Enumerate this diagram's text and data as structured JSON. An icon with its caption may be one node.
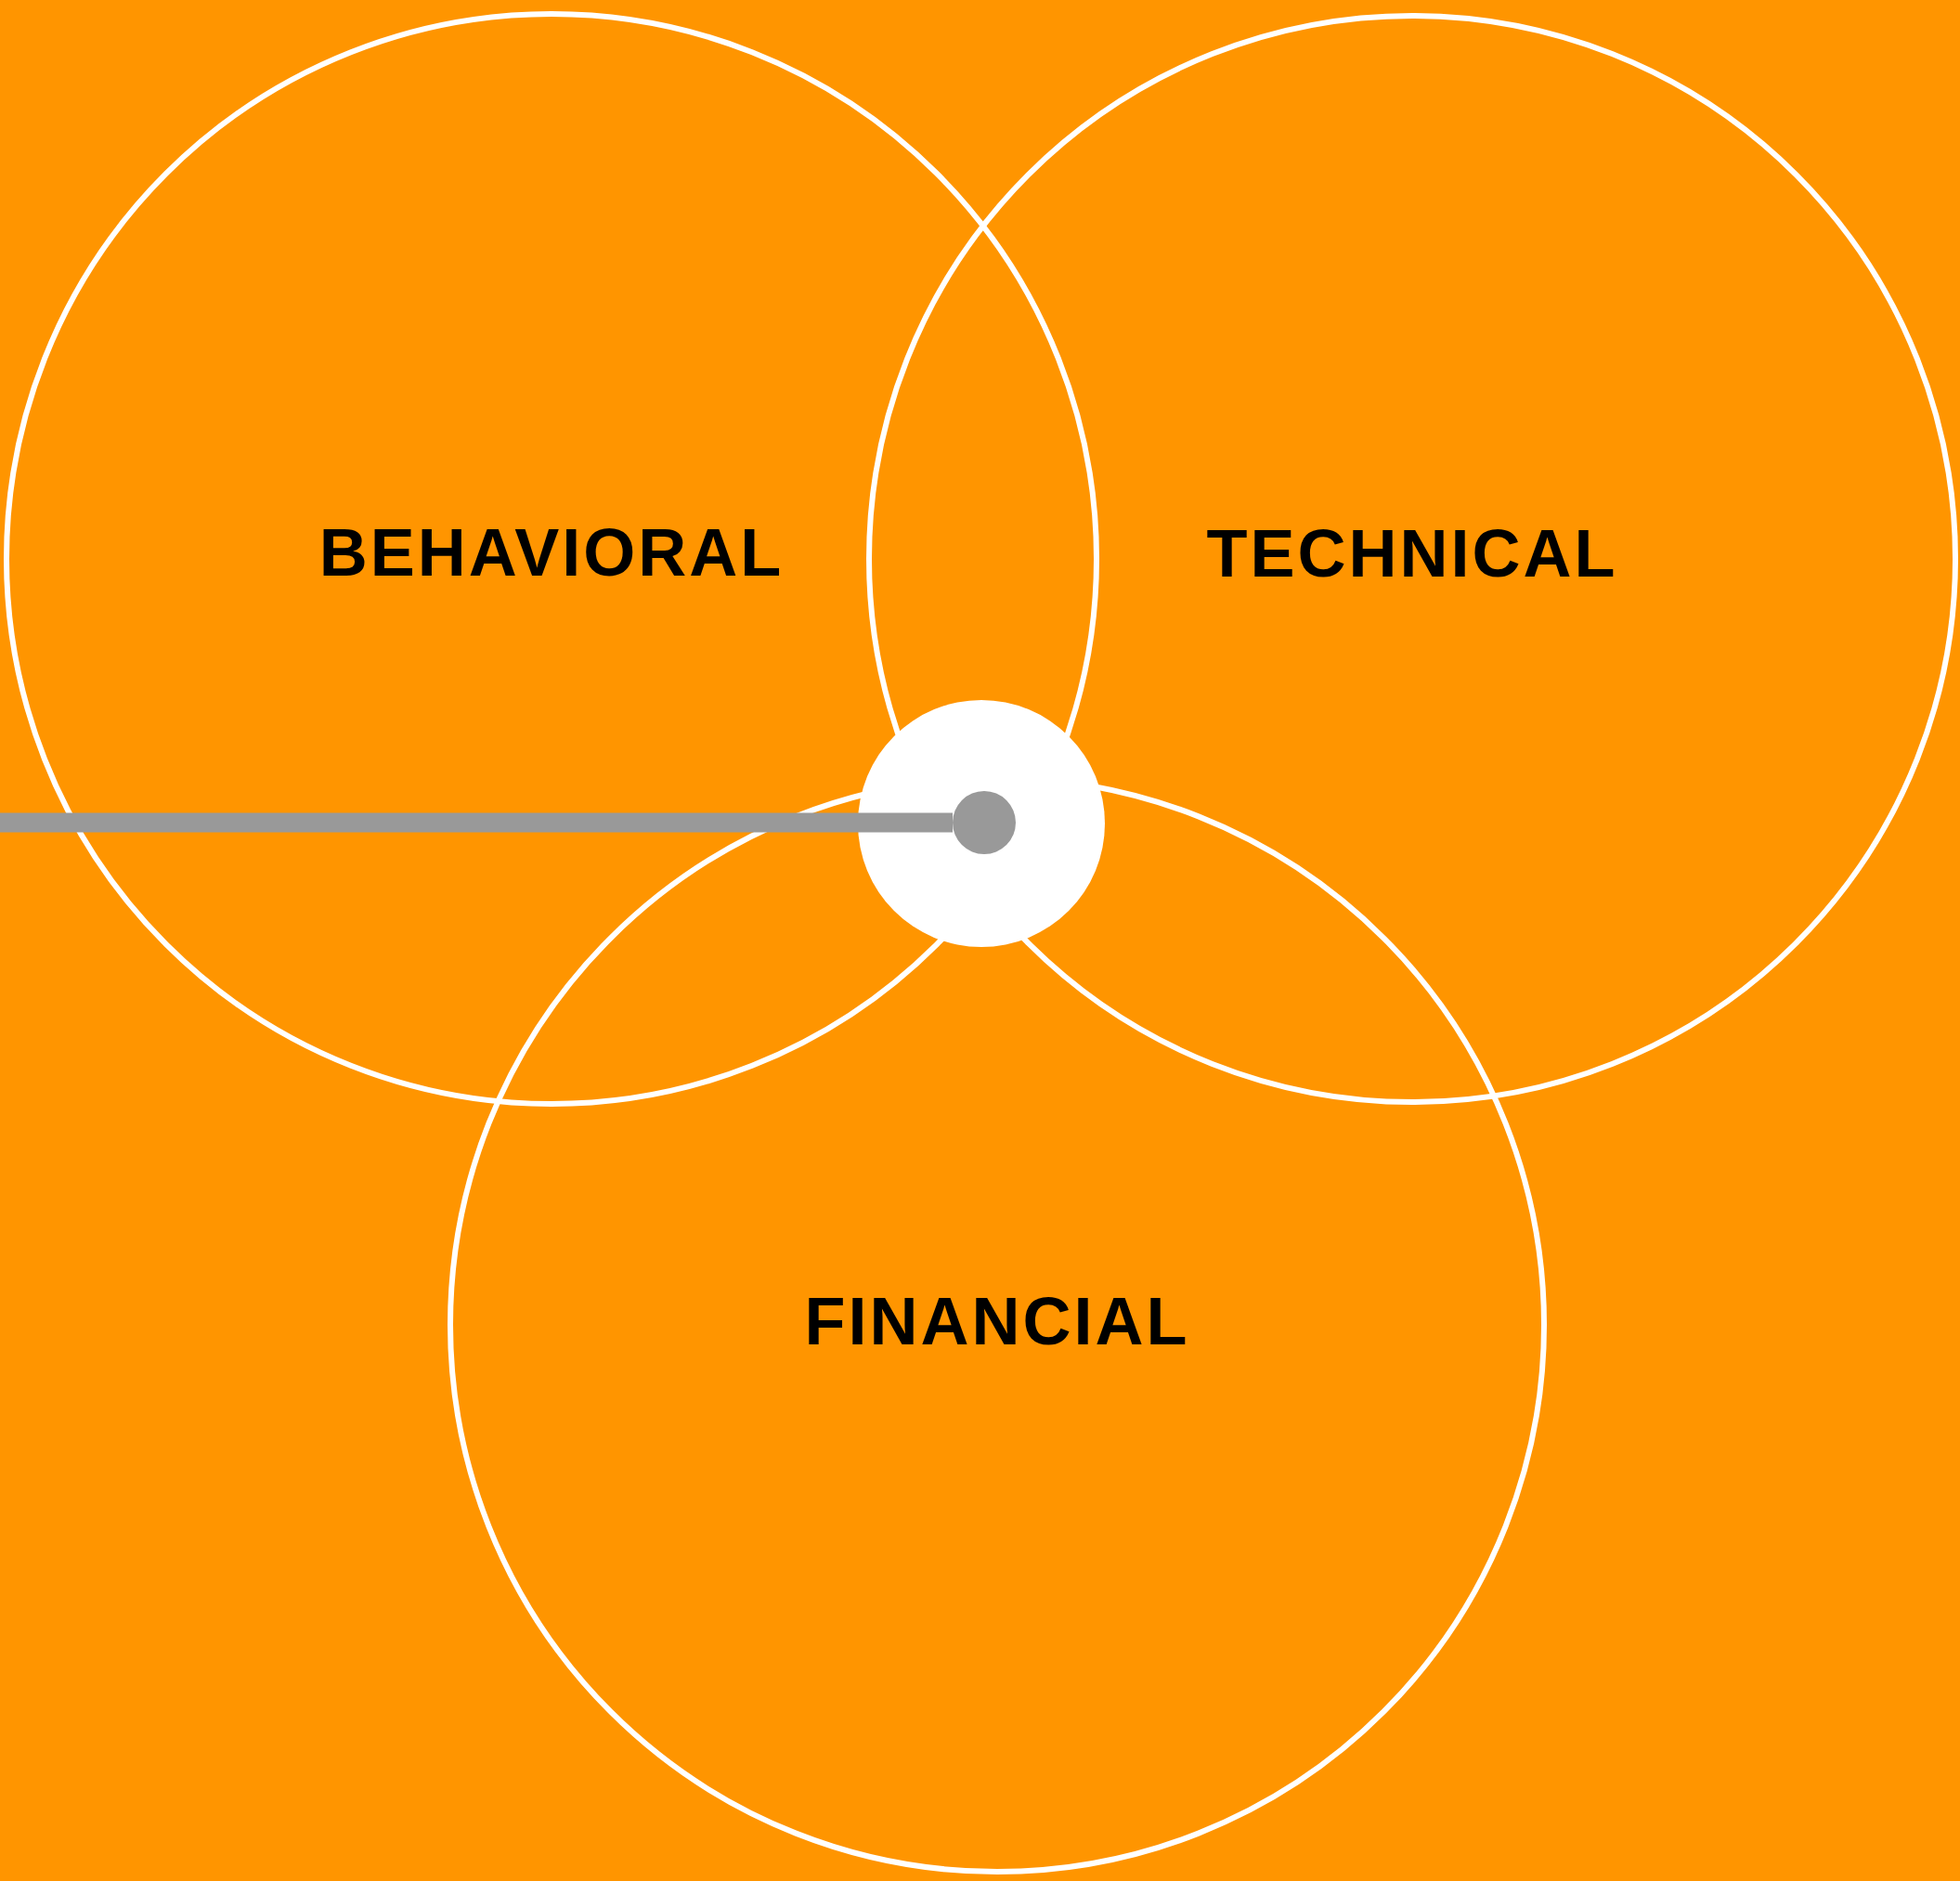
{
  "diagram": {
    "nodes": [
      {
        "text": [
          "BEHAVIORAL"
        ]
      },
      {
        "text": [
          "TECHNICAL"
        ]
      },
      {
        "text": [
          "FINANCIAL"
        ]
      },
      {
        "text": [],
        "shape": "circle"
      },
      {
        "text": [],
        "shape": "circle"
      }
    ],
    "edges": [
      {
        "from": null,
        "to": 4,
        "arrow": "none"
      }
    ]
  }
}
